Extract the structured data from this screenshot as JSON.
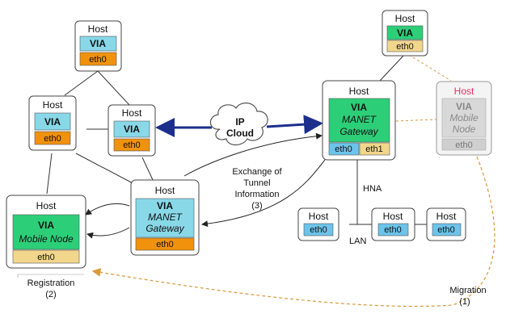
{
  "labels": {
    "host": "Host",
    "host_ghost": "Host",
    "via": "VIA",
    "eth0": "eth0",
    "eth1": "eth1",
    "manet": "MANET",
    "gateway": "Gateway",
    "mobile_node": "Mobile Node",
    "mobile": "Mobile",
    "node": "Node",
    "ip": "IP",
    "cloud": "Cloud",
    "hna": "HNA",
    "lan": "LAN",
    "exchange_line1": "Exchange of",
    "exchange_line2": "Tunnel",
    "exchange_line3": "Information",
    "exchange_step": "(3)",
    "registration": "Registration",
    "registration_step": "(2)",
    "migration": "Migration",
    "migration_step": "(1)"
  },
  "colors": {
    "via_cyan": "#88d8e8",
    "via_green": "#2ccf78",
    "eth_orange": "#f0920c",
    "eth_tan": "#f2d68c",
    "eth_blue": "#6cc4ea",
    "tunnel_blue": "#1c2f8c",
    "migration_orange": "#d99a3c",
    "ghost_red": "#ee2a66"
  }
}
